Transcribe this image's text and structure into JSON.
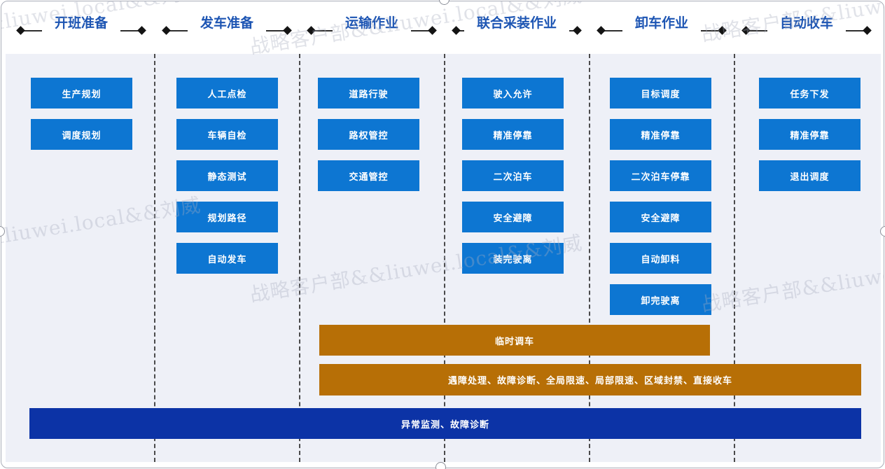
{
  "watermark": {
    "text": "战略客户部&&liuwei.local&&刘威"
  },
  "phases": [
    {
      "title": "开班准备",
      "tasks": [
        "生产规划",
        "调度规划"
      ]
    },
    {
      "title": "发车准备",
      "tasks": [
        "人工点检",
        "车辆自检",
        "静态测试",
        "规划路径",
        "自动发车"
      ]
    },
    {
      "title": "运输作业",
      "tasks": [
        "道路行驶",
        "路权管控",
        "交通管控"
      ]
    },
    {
      "title": "联合采装作业",
      "tasks": [
        "驶入允许",
        "精准停靠",
        "二次泊车",
        "安全避障",
        "装完驶离"
      ]
    },
    {
      "title": "卸车作业",
      "tasks": [
        "目标调度",
        "精准停靠",
        "二次泊车停靠",
        "安全避障",
        "自动卸料",
        "卸完驶离"
      ]
    },
    {
      "title": "自动收车",
      "tasks": [
        "任务下发",
        "精准停靠",
        "退出调度"
      ]
    }
  ],
  "overlays": {
    "temp_dispatch": "临时调车",
    "exception_handling": "遇障处理、故障诊断、全局限速、局部限速、区域封禁、直接收车",
    "monitoring": "异常监测、故障诊断"
  },
  "colors": {
    "btn-blue": "#0d76d2",
    "bar-orange": "#b76f06",
    "bar-navy": "#0c33a6",
    "header-blue": "#1d55b3",
    "panel-bg": "#eef0f7"
  }
}
